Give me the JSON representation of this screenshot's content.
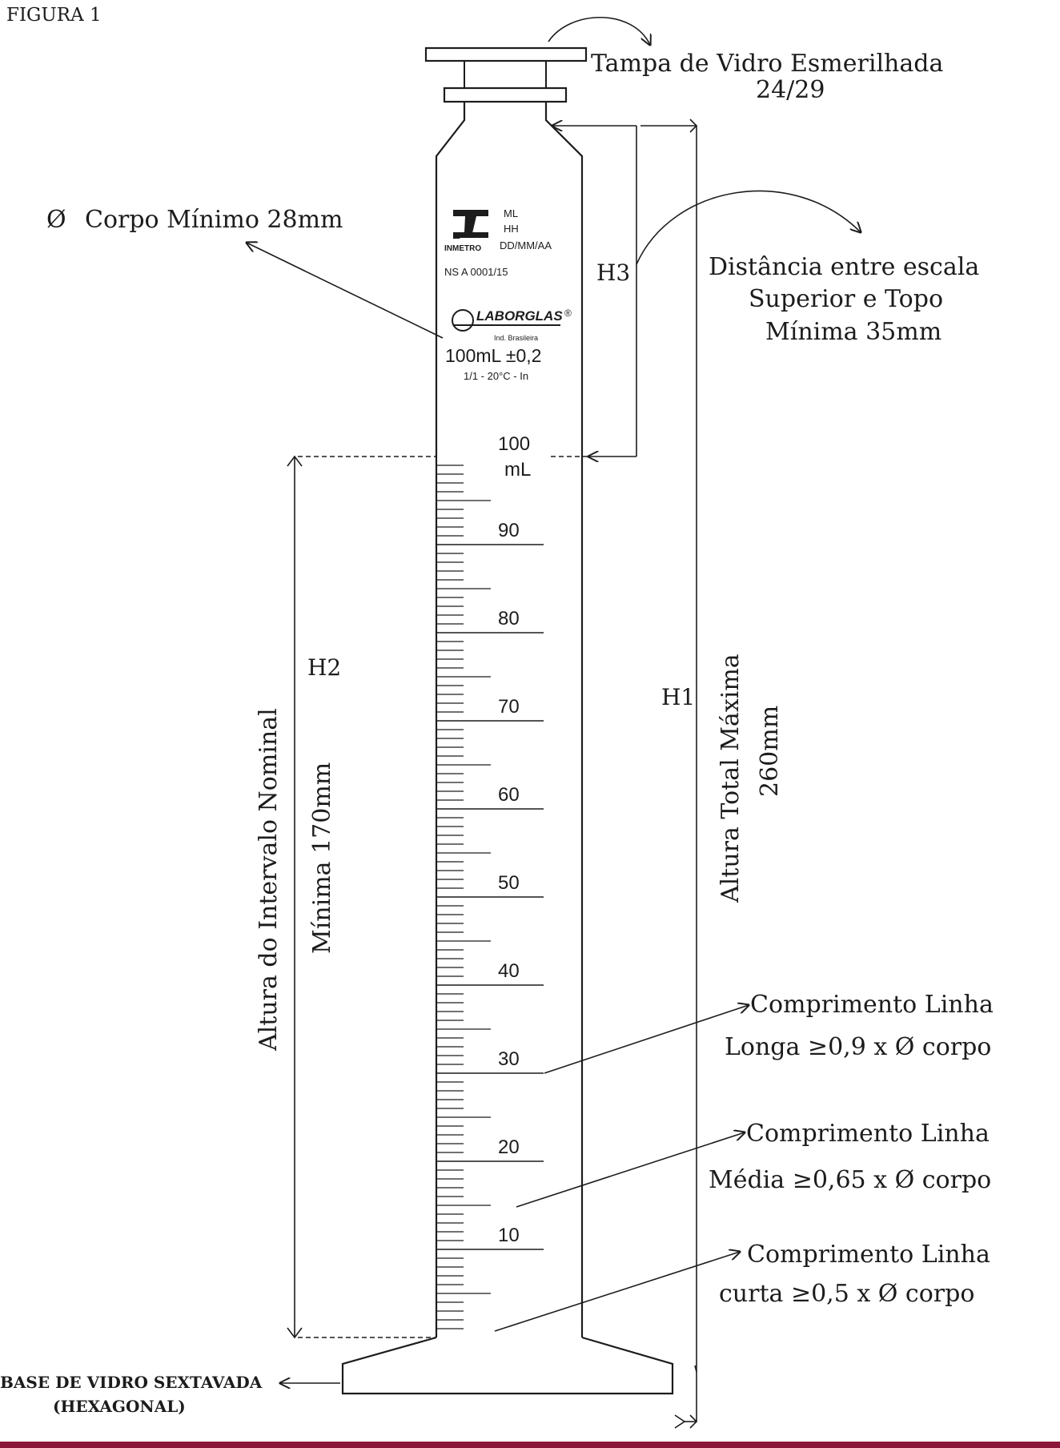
{
  "figure_label": "FIGURA 1",
  "cap": {
    "label_line1": "Tampa de Vidro Esmerilhada",
    "label_line2": "24/29"
  },
  "body_diameter": {
    "symbol": "Ø",
    "label": "Corpo Mínimo 28mm"
  },
  "cylinder_marking": {
    "inmetro_codes": [
      "ML",
      "HH",
      "DD/MM/AA"
    ],
    "inmetro_name": "INMETRO",
    "norm": "NS A 0001/15",
    "brand": "LABORGLAS",
    "brand_mark": "®",
    "origin": "Ind. Brasileira",
    "capacity": "100mL  ±0,2",
    "conditions": "1/1 - 20°C - In"
  },
  "scale": {
    "top_value": "100",
    "top_unit": "mL",
    "labels": [
      "90",
      "80",
      "70",
      "60",
      "50",
      "40",
      "30",
      "20",
      "10"
    ]
  },
  "h3": {
    "tag": "H3",
    "line1": "Distância entre escala",
    "line2": "Superior e Topo",
    "line3": "Mínima 35mm"
  },
  "h2": {
    "tag": "H2",
    "line1": "Altura do Intervalo Nominal",
    "line2": "Mínima 170mm"
  },
  "h1": {
    "tag": "H1",
    "line1": "Altura Total Máxima",
    "line2": "260mm"
  },
  "long_line": {
    "line1": "Comprimento Linha",
    "line2": "Longa ≥0,9 x Ø corpo"
  },
  "medium_line": {
    "line1": "Comprimento Linha",
    "line2": "Média ≥0,65 x Ø corpo"
  },
  "short_line": {
    "line1": "Comprimento Linha",
    "line2": "curta ≥0,5 x Ø corpo"
  },
  "base": {
    "line1": "BASE DE VIDRO SEXTAVADA",
    "line2": "(HEXAGONAL)"
  },
  "colors": {
    "ink": "#1c1c1c",
    "bottom_strip": "#8a1538"
  }
}
